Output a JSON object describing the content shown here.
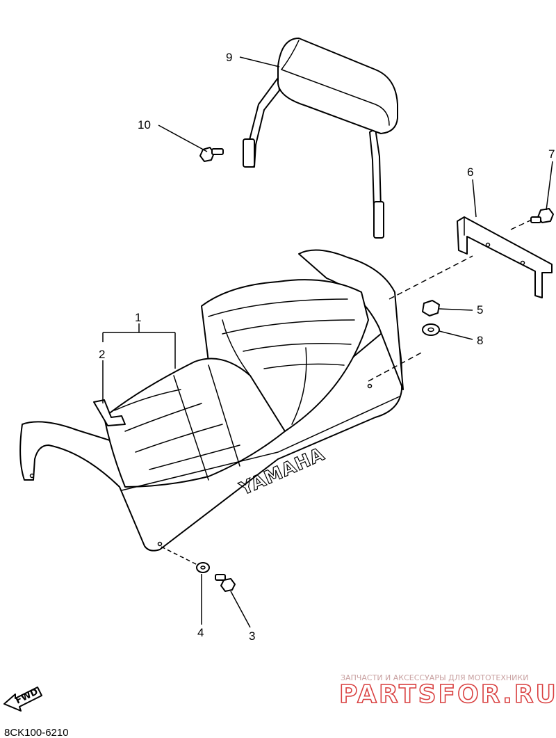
{
  "diagram": {
    "drawing_code": "8CK100-6210",
    "seat_logo": "YAMAHA",
    "direction_marker": "FWD",
    "callouts": [
      {
        "id": "callout-1",
        "number": "1"
      },
      {
        "id": "callout-2",
        "number": "2"
      },
      {
        "id": "callout-3",
        "number": "3"
      },
      {
        "id": "callout-4",
        "number": "4"
      },
      {
        "id": "callout-5",
        "number": "5"
      },
      {
        "id": "callout-6",
        "number": "6"
      },
      {
        "id": "callout-7",
        "number": "7"
      },
      {
        "id": "callout-8",
        "number": "8"
      },
      {
        "id": "callout-9",
        "number": "9"
      },
      {
        "id": "callout-10",
        "number": "10"
      }
    ]
  },
  "watermark": {
    "tagline": "ЗАПЧАСТИ И АКСЕССУАРЫ ДЛЯ МОТОТЕХНИКИ",
    "brand": "PARTSFOR.RU",
    "colors": {
      "tagline": "#c8a0a0",
      "brand": "#d94040"
    }
  }
}
